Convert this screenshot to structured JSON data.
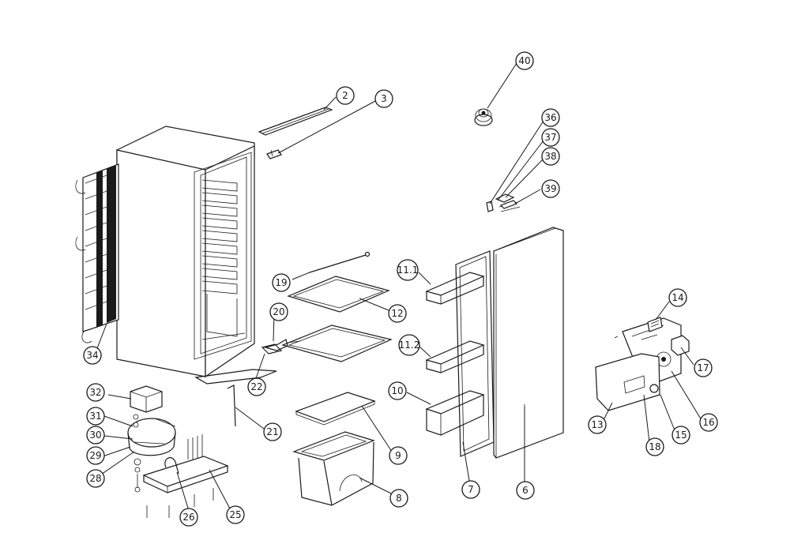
{
  "callouts": [
    {
      "id": "c40",
      "label": "40"
    },
    {
      "id": "c2",
      "label": "2"
    },
    {
      "id": "c3",
      "label": "3"
    },
    {
      "id": "c36",
      "label": "36"
    },
    {
      "id": "c37",
      "label": "37"
    },
    {
      "id": "c38",
      "label": "38"
    },
    {
      "id": "c39",
      "label": "39"
    },
    {
      "id": "c11_1",
      "label": "11.1"
    },
    {
      "id": "c19",
      "label": "19"
    },
    {
      "id": "c12",
      "label": "12"
    },
    {
      "id": "c20",
      "label": "20"
    },
    {
      "id": "c14",
      "label": "14"
    },
    {
      "id": "c11_2",
      "label": "11.2"
    },
    {
      "id": "c34",
      "label": "34"
    },
    {
      "id": "c17",
      "label": "17"
    },
    {
      "id": "c22",
      "label": "22"
    },
    {
      "id": "c10",
      "label": "10"
    },
    {
      "id": "c32",
      "label": "32"
    },
    {
      "id": "c13",
      "label": "13"
    },
    {
      "id": "c16",
      "label": "16"
    },
    {
      "id": "c15",
      "label": "15"
    },
    {
      "id": "c31",
      "label": "31"
    },
    {
      "id": "c21",
      "label": "21"
    },
    {
      "id": "c18",
      "label": "18"
    },
    {
      "id": "c30",
      "label": "30"
    },
    {
      "id": "c9",
      "label": "9"
    },
    {
      "id": "c29",
      "label": "29"
    },
    {
      "id": "c28",
      "label": "28"
    },
    {
      "id": "c7",
      "label": "7"
    },
    {
      "id": "c6",
      "label": "6"
    },
    {
      "id": "c8",
      "label": "8"
    },
    {
      "id": "c26",
      "label": "26"
    },
    {
      "id": "c25",
      "label": "25"
    }
  ]
}
